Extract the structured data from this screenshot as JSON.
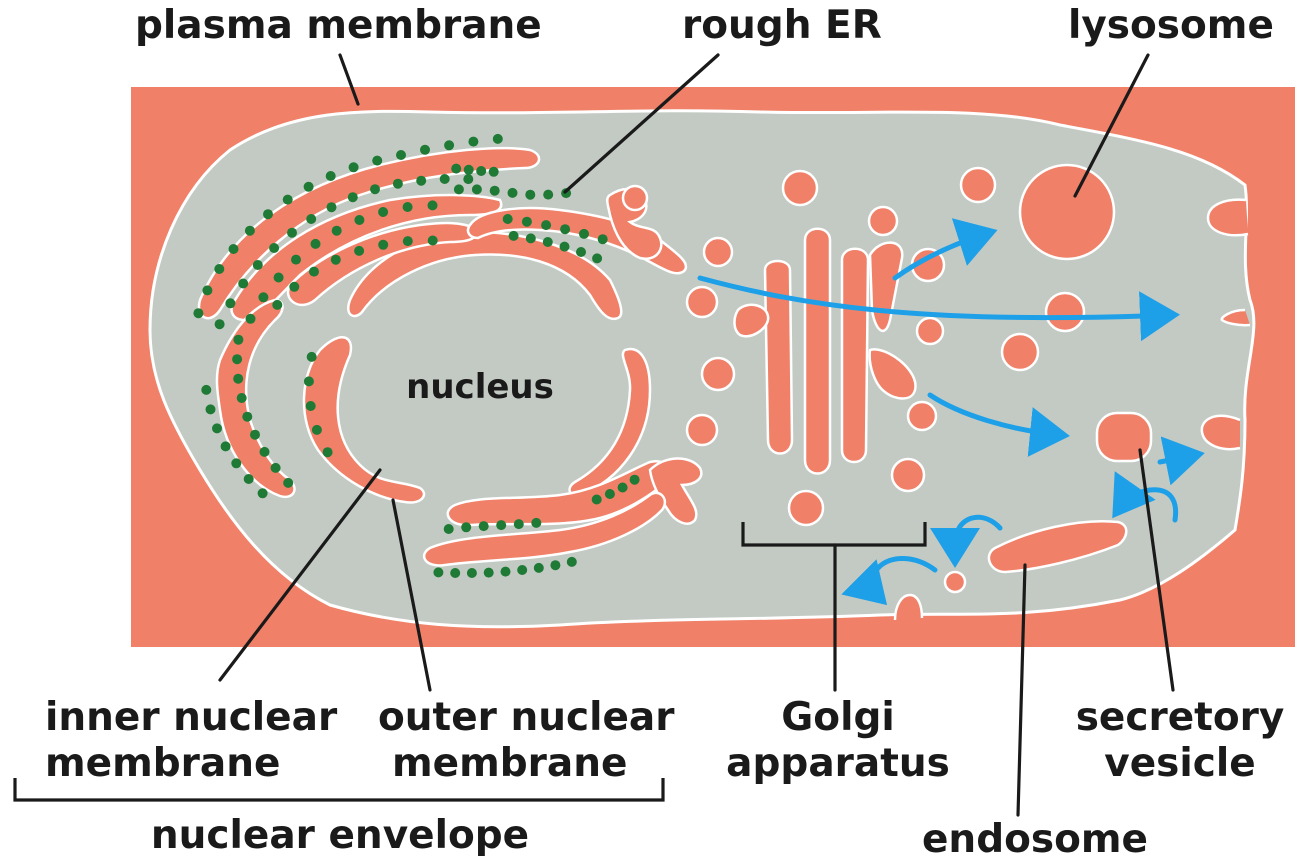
{
  "labels": {
    "plasma_membrane": "plasma membrane",
    "rough_er": "rough ER",
    "lysosome": "lysosome",
    "nucleus": "nucleus",
    "inner_nuclear_membrane_line1": "inner nuclear",
    "inner_nuclear_membrane_line2": "membrane",
    "outer_nuclear_membrane_line1": "outer nuclear",
    "outer_nuclear_membrane_line2": "membrane",
    "golgi_line1": "Golgi",
    "golgi_line2": "apparatus",
    "secretory_line1": "secretory",
    "secretory_line2": "vesicle",
    "nuclear_envelope": "nuclear envelope",
    "endosome": "endosome"
  },
  "colors": {
    "extracellular": "#f08068",
    "cytoplasm": "#c3cac4",
    "organelle": "#f08068",
    "ribosome": "#1e7a35",
    "arrow": "#1ea0e8",
    "membrane_outline": "#ffffff",
    "text": "#1a1a1a"
  }
}
